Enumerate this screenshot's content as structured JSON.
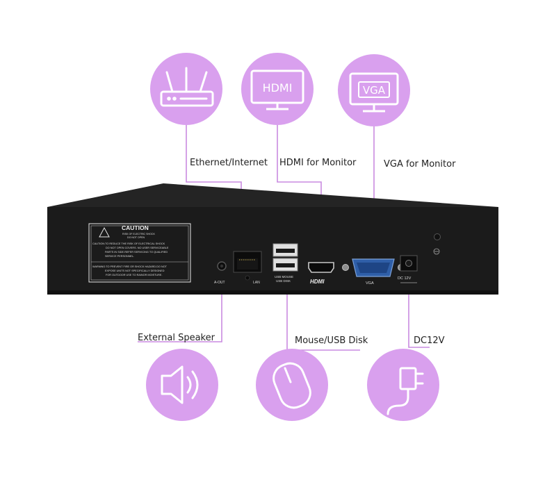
{
  "accent": "#d9a0ee",
  "line_color": "#c98ae0",
  "device_color": "#1b1b1b",
  "callouts": {
    "ethernet": "Ethernet/Internet",
    "hdmi": "HDMI for Monitor",
    "vga": "VGA for Monitor",
    "speaker": "External Speaker",
    "usb": "Mouse/USB Disk",
    "power": "DC12V"
  },
  "icons": {
    "router": "router-icon",
    "hdmi_monitor": "hdmi-monitor-icon",
    "vga_monitor": "vga-monitor-icon",
    "speaker": "speaker-icon",
    "mouse": "mouse-icon",
    "power": "power-adapter-icon"
  },
  "icon_text": {
    "hdmi": "HDMI",
    "vga": "VGA"
  },
  "panel": {
    "caution_title": "CAUTION",
    "caution_sub1": "RISK OF ELECTRIC SHOCK",
    "caution_sub2": "DO NOT OPEN",
    "caution_lines": [
      "CAUTION:TO REDUCE THE RISK OF ELECTRICAL SHOCK",
      "DO NOT OPEN COVERS. NO USER SERVICEABLE",
      "PARTS IN SIDE.REFER SERVICING TO QUALIFIED",
      "SERVICE PERSONNEL."
    ],
    "warning_lines": [
      "WARNING:TO PREVENT FIRE OR SHOCK HAZARD.DO NOT",
      "EXPOSE UNITS NOT SPECIFICALLY DESIGNED",
      "FOR OUTDOOR USE TO RAINOR MOISTURE."
    ],
    "aout": "A-OUT",
    "lan": "LAN",
    "usb1": "USB MOUSE",
    "usb2": "USB DISK",
    "hdmi_logo": "HDMI",
    "vga": "VGA",
    "dc": "DC 12V"
  }
}
